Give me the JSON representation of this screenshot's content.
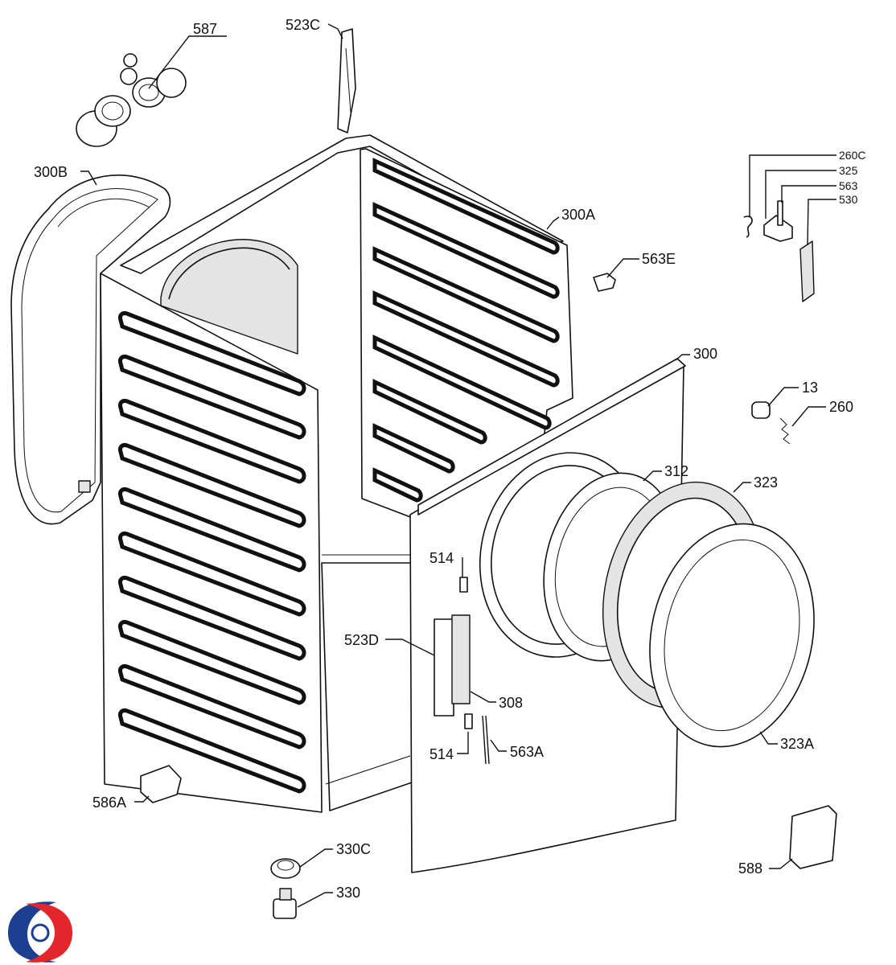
{
  "labels": {
    "l587": "587",
    "l523C": "523C",
    "l300B": "300B",
    "l300A": "300A",
    "l563E": "563E",
    "l260C": "260C",
    "l325": "325",
    "l563": "563",
    "l530": "530",
    "l300": "300",
    "l13": "13",
    "l260": "260",
    "l312": "312",
    "l323": "323",
    "l514a": "514",
    "l523D": "523D",
    "l308": "308",
    "l514b": "514",
    "l563A": "563A",
    "l323A": "323A",
    "l586A": "586A",
    "l330C": "330C",
    "l330": "330",
    "l588": "588"
  },
  "colors": {
    "logo_blue": "#1d3f8f",
    "logo_red": "#e3262c"
  },
  "icons": {
    "brand_logo": "swirl-logo-icon"
  }
}
